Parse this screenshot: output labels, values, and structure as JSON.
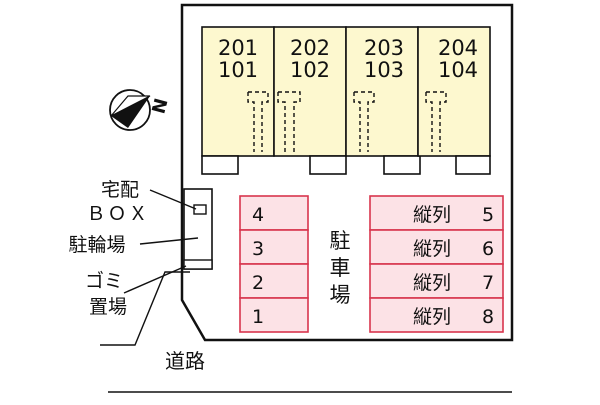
{
  "colors": {
    "unit_fill": "#fdf8cf",
    "parking_fill": "#fce2e6",
    "parking_stroke": "#d8354d",
    "line": "#111111"
  },
  "compass": {
    "label": "N",
    "icon": "north-arrow-icon"
  },
  "units": [
    {
      "upper": "201",
      "lower": "101"
    },
    {
      "upper": "202",
      "lower": "102"
    },
    {
      "upper": "203",
      "lower": "103"
    },
    {
      "upper": "204",
      "lower": "104"
    }
  ],
  "parking": {
    "label_chars": [
      "駐",
      "車",
      "場"
    ],
    "left_slots": [
      "4",
      "3",
      "2",
      "1"
    ],
    "right_slots": [
      {
        "text": "縦列",
        "num": "5"
      },
      {
        "text": "縦列",
        "num": "6"
      },
      {
        "text": "縦列",
        "num": "7"
      },
      {
        "text": "縦列",
        "num": "8"
      }
    ]
  },
  "labels": {
    "delivery_box_line1": "宅配",
    "delivery_box_line2": "ＢＯＸ",
    "bicycle_parking": "駐輪場",
    "garbage_line1": "ゴミ",
    "garbage_line2": "置場",
    "road": "道路"
  }
}
